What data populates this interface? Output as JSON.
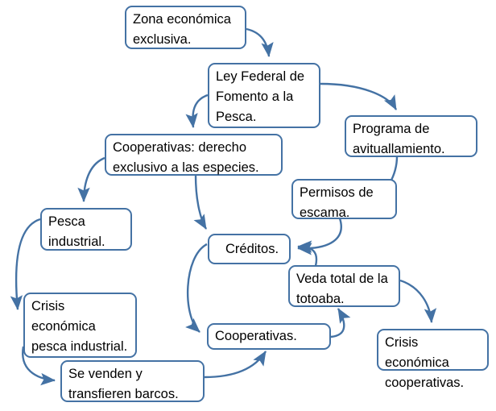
{
  "diagram": {
    "title_text": "",
    "accent_color": "#4472a4",
    "background": "#ffffff",
    "nodes": [
      {
        "id": "zona",
        "label": "Zona económica exclusiva."
      },
      {
        "id": "ley",
        "label": "Ley Federal de Fomento a la Pesca."
      },
      {
        "id": "programa",
        "label": "Programa de avituallamiento."
      },
      {
        "id": "coop_derecho",
        "label": "Cooperativas: derecho exclusivo a las especies."
      },
      {
        "id": "permisos",
        "label": "Permisos de escama."
      },
      {
        "id": "pesca_ind",
        "label": "Pesca industrial."
      },
      {
        "id": "creditos",
        "label": "Créditos."
      },
      {
        "id": "veda",
        "label": "Veda total de la totoaba."
      },
      {
        "id": "crisis_pesca",
        "label": "Crisis económica pesca industrial."
      },
      {
        "id": "cooperativas",
        "label": "Cooperativas."
      },
      {
        "id": "crisis_coop",
        "label": "Crisis económica cooperativas."
      },
      {
        "id": "se_venden",
        "label": "Se venden y transfieren barcos."
      }
    ],
    "edges": [
      {
        "from": "zona",
        "to": "ley"
      },
      {
        "from": "ley",
        "to": "programa"
      },
      {
        "from": "ley",
        "to": "coop_derecho"
      },
      {
        "from": "programa",
        "to": "permisos"
      },
      {
        "from": "coop_derecho",
        "to": "pesca_ind"
      },
      {
        "from": "coop_derecho",
        "to": "creditos"
      },
      {
        "from": "permisos",
        "to": "creditos"
      },
      {
        "from": "pesca_ind",
        "to": "crisis_pesca"
      },
      {
        "from": "creditos",
        "to": "cooperativas"
      },
      {
        "from": "cooperativas",
        "to": "veda"
      },
      {
        "from": "veda",
        "to": "creditos"
      },
      {
        "from": "veda",
        "to": "crisis_coop"
      },
      {
        "from": "crisis_pesca",
        "to": "se_venden"
      },
      {
        "from": "se_venden",
        "to": "cooperativas"
      }
    ]
  }
}
